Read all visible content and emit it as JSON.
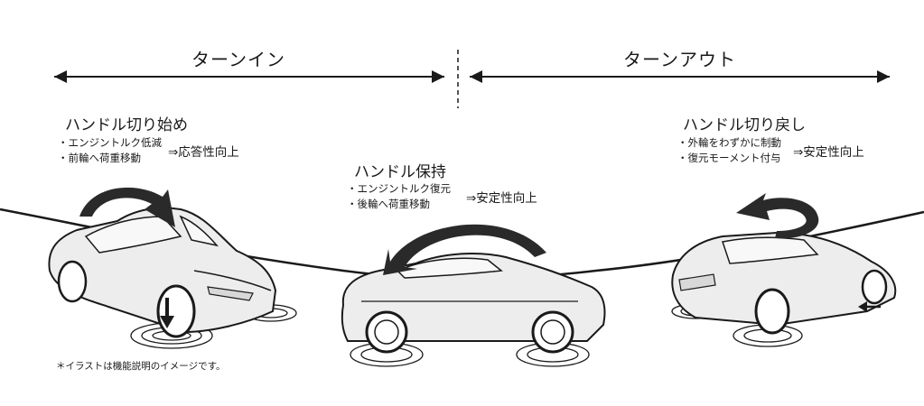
{
  "phases": {
    "turn_in": "ターンイン",
    "turn_out": "ターンアウト"
  },
  "steps": {
    "start": {
      "title": "ハンドル切り始め",
      "bullets": [
        "・エンジントルク低減",
        "・前輪へ荷重移動"
      ],
      "effect": "⇒応答性向上"
    },
    "hold": {
      "title": "ハンドル保持",
      "bullets": [
        "・エンジントルク復元",
        "・後輪へ荷重移動"
      ],
      "effect": "⇒安定性向上"
    },
    "return": {
      "title": "ハンドル切り戻し",
      "bullets": [
        "・外輪をわずかに制動",
        "・復元モーメント付与"
      ],
      "effect": "⇒安定性向上"
    }
  },
  "note": "＊イラストは機能説明のイメージです。",
  "colors": {
    "ink": "#1a1a1a",
    "car_fill": "#ececec",
    "arrow_fill": "#2a2a2a"
  },
  "icons": [
    "double-arrow",
    "curved-arrow",
    "wheel-ring",
    "car-illustration"
  ]
}
